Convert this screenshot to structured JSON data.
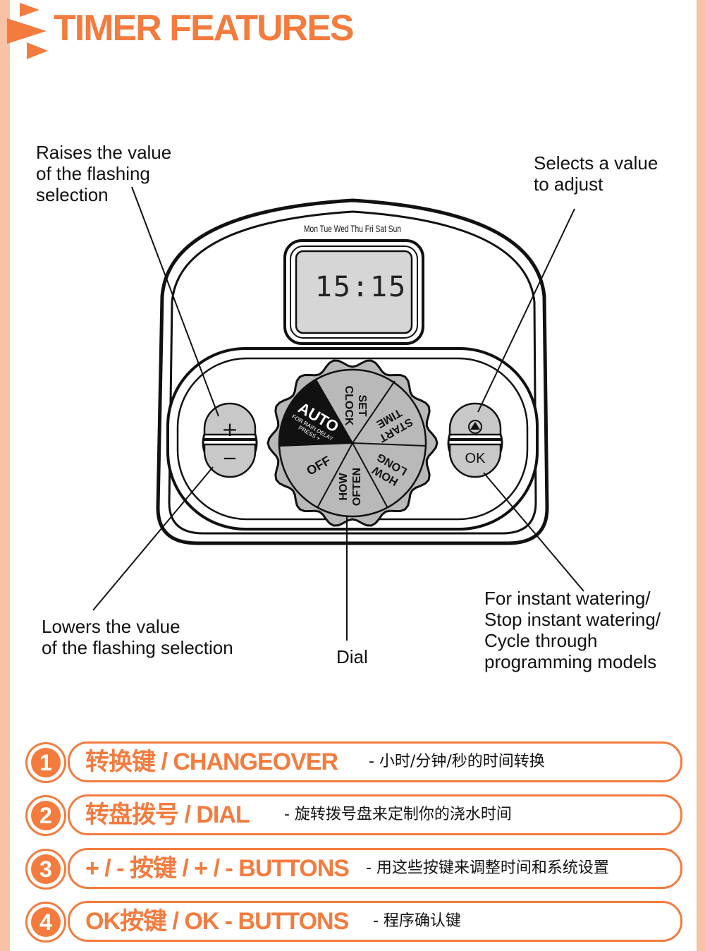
{
  "header": {
    "title": "TIMER FEATURES",
    "accent_color": "#f47b3e",
    "frame_color": "#f9c1a5"
  },
  "device": {
    "days_label": "Mon Tue Wed Thu Fri Sat Sun",
    "lcd_time": "15:15",
    "plus_symbol": "+",
    "minus_symbol": "−",
    "ok_label": "OK",
    "select_icon": "up-triangle-icon",
    "dial_segments": {
      "set_clock": [
        "SET",
        "CLOCK"
      ],
      "start_time": [
        "START",
        "TIME"
      ],
      "how_long": [
        "HOW",
        "LONG"
      ],
      "how_often": [
        "HOW",
        "OFTEN"
      ],
      "off": "OFF",
      "auto": "AUTO",
      "auto_sub": [
        "FOR RAIN DELAY",
        "PRESS +"
      ]
    }
  },
  "callouts": {
    "raises": "Raises the value\nof the flashing\nselection",
    "selects": "Selects a value\nto adjust",
    "lowers": "Lowers the value\nof the flashing selection",
    "dial": "Dial",
    "instant": "For instant watering/\nStop instant watering/\nCycle through\nprogramming models"
  },
  "features": [
    {
      "number": "1",
      "title": "转换键 / CHANGEOVER",
      "description": "- 小时/分钟/秒的时间转换"
    },
    {
      "number": "2",
      "title": "转盘拨号 / DIAL",
      "description": "- 旋转拨号盘来定制你的浇水时间"
    },
    {
      "number": "3",
      "title": "+ / - 按键 / + / - BUTTONS",
      "description": "- 用这些按键来调整时间和系统设置"
    },
    {
      "number": "4",
      "title": "OK按键 / OK - BUTTONS",
      "description": "- 程序确认键"
    }
  ]
}
